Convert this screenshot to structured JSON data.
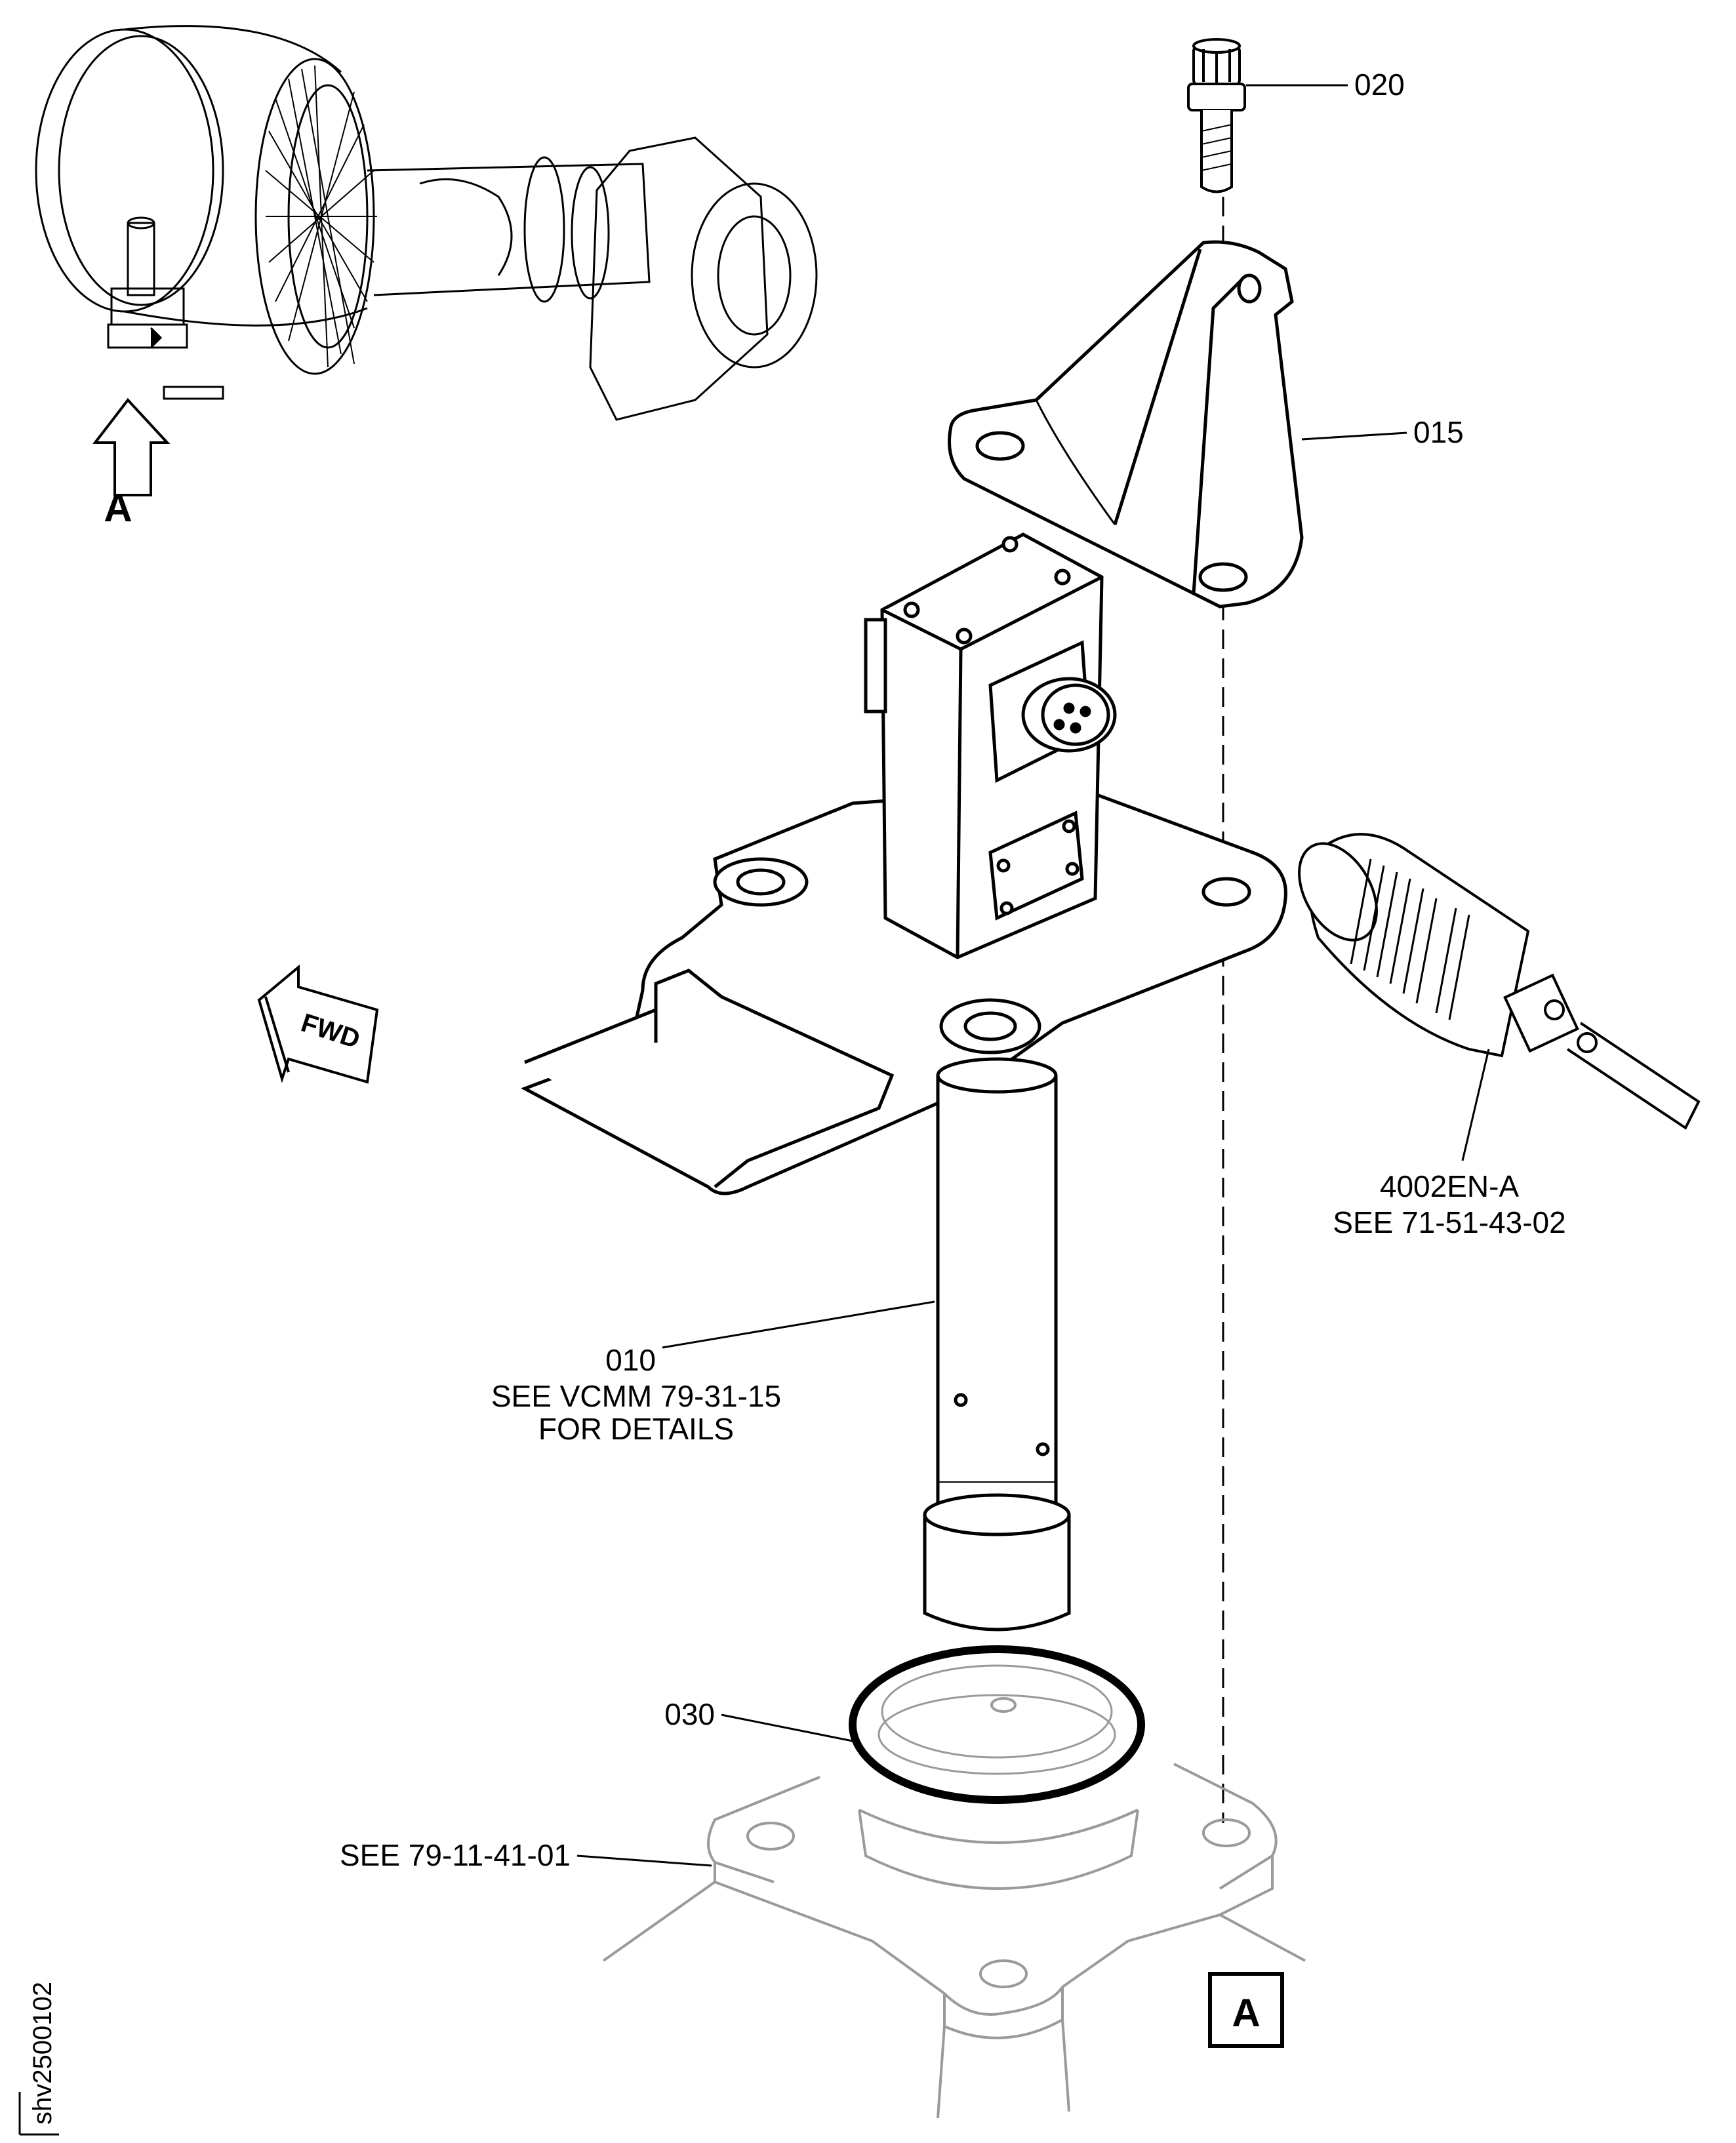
{
  "callouts": {
    "p020": "020",
    "p015": "015",
    "p010": "010",
    "p010_note_1": "SEE VCMM 79-31-15",
    "p010_note_2": "FOR DETAILS",
    "connector_id": "4002EN-A",
    "connector_ref": "SEE 71-51-43-02",
    "p030": "030",
    "base_ref": "SEE 79-11-41-01"
  },
  "view": {
    "arrow_label": "A",
    "view_box_label": "A",
    "fwd_label": "FWD"
  },
  "sheet_id": "shv2500102",
  "colors": {
    "line": "#000000",
    "ghost": "#9a9a9a",
    "background": "#ffffff"
  }
}
